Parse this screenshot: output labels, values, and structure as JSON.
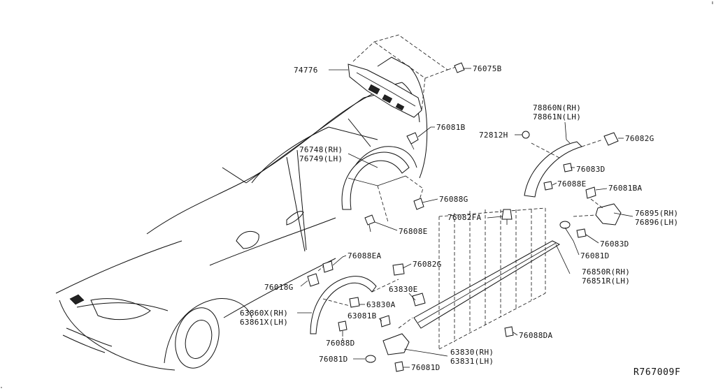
{
  "diagram": {
    "reference": "R767009F",
    "callouts": [
      {
        "id": "c74776",
        "lines": [
          "74776"
        ]
      },
      {
        "id": "c76075B",
        "lines": [
          "76075B"
        ]
      },
      {
        "id": "c76081B",
        "lines": [
          "76081B"
        ]
      },
      {
        "id": "c76748",
        "lines": [
          "76748(RH)",
          "76749(LH)"
        ]
      },
      {
        "id": "c78860N",
        "lines": [
          "78860N(RH)",
          "78861N(LH)"
        ]
      },
      {
        "id": "c72812H",
        "lines": [
          "72812H"
        ]
      },
      {
        "id": "c76082G_top",
        "lines": [
          "76082G"
        ]
      },
      {
        "id": "c76083D_top",
        "lines": [
          "76083D"
        ]
      },
      {
        "id": "c76088E",
        "lines": [
          "76088E"
        ]
      },
      {
        "id": "c76081BA",
        "lines": [
          "76081BA"
        ]
      },
      {
        "id": "c76088G",
        "lines": [
          "76088G"
        ]
      },
      {
        "id": "c76808E",
        "lines": [
          "76808E"
        ]
      },
      {
        "id": "c76082FA",
        "lines": [
          "76082FA"
        ]
      },
      {
        "id": "c76895",
        "lines": [
          "76895(RH)",
          "76896(LH)"
        ]
      },
      {
        "id": "c76083D_mid",
        "lines": [
          "76083D"
        ]
      },
      {
        "id": "c76081D_right",
        "lines": [
          "76081D"
        ]
      },
      {
        "id": "c76850R",
        "lines": [
          "76850R(RH)",
          "76851R(LH)"
        ]
      },
      {
        "id": "c76088EA",
        "lines": [
          "76088EA"
        ]
      },
      {
        "id": "c76082G_low",
        "lines": [
          "76082G"
        ]
      },
      {
        "id": "c76018G",
        "lines": [
          "76018G"
        ]
      },
      {
        "id": "c63830E",
        "lines": [
          "63830E"
        ]
      },
      {
        "id": "c63830A",
        "lines": [
          "63830A"
        ]
      },
      {
        "id": "c63860X",
        "lines": [
          "63860X(RH)",
          "63861X(LH)"
        ]
      },
      {
        "id": "c63081B",
        "lines": [
          "63081B"
        ]
      },
      {
        "id": "c76088D",
        "lines": [
          "76088D"
        ]
      },
      {
        "id": "c76088DA",
        "lines": [
          "76088DA"
        ]
      },
      {
        "id": "c63830",
        "lines": [
          "63830(RH)",
          "63831(LH)"
        ]
      },
      {
        "id": "c76081D_low1",
        "lines": [
          "76081D"
        ]
      },
      {
        "id": "c76081D_low2",
        "lines": [
          "76081D"
        ]
      }
    ]
  }
}
